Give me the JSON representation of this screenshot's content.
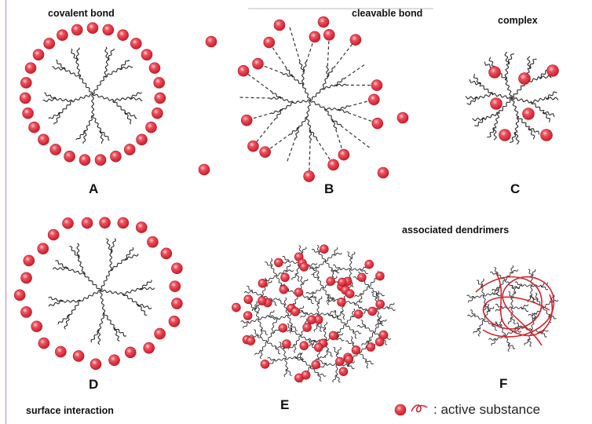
{
  "captions": {
    "covalent": "covalent bond",
    "cleavable": "cleavable bond",
    "complex": "complex",
    "associated": "associated dendrimers",
    "surface": "surface interaction"
  },
  "panels": {
    "A": "A",
    "B": "B",
    "C": "C",
    "D": "D",
    "E": "E",
    "F": "F"
  },
  "legend": {
    "text": ": active substance"
  },
  "colors": {
    "dendrimer": "#2a2a2a",
    "sphere": "#e8283a",
    "sphere_highlight": "#ffd6da",
    "linker": "#333333",
    "strand": "#d4252f"
  }
}
